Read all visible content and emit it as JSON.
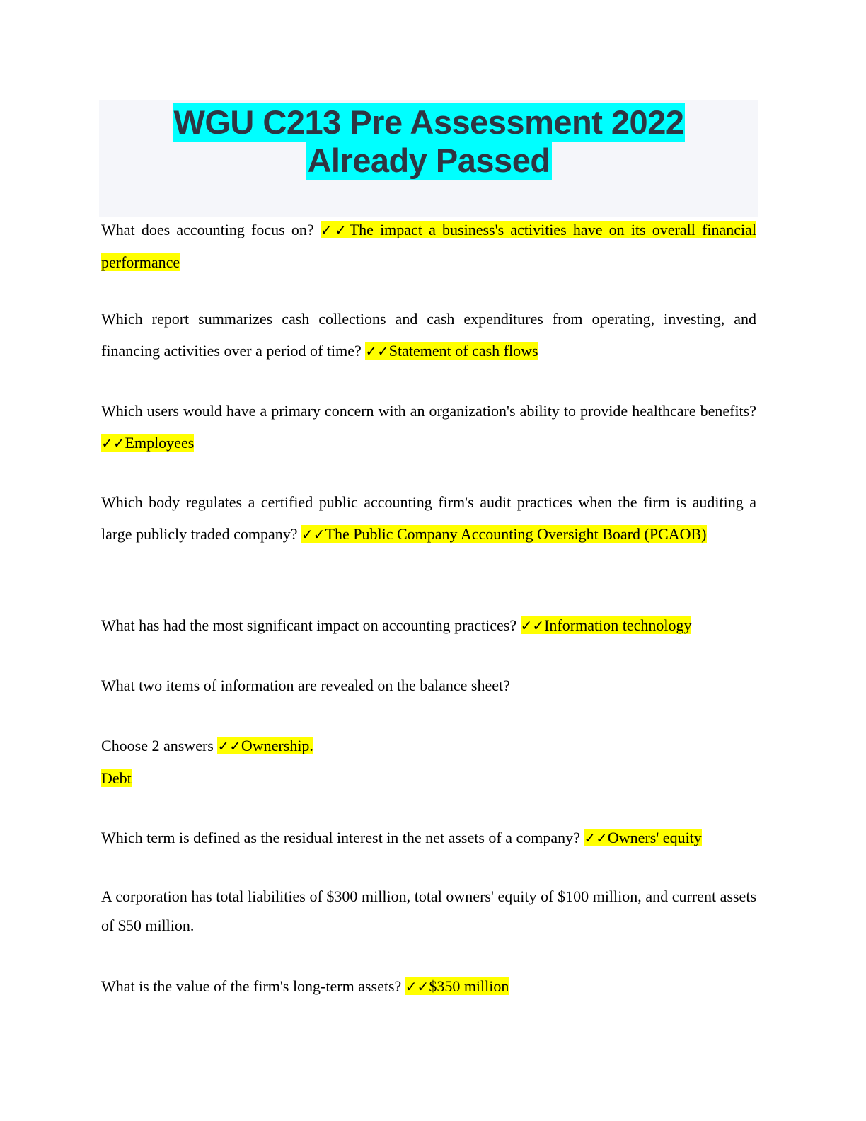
{
  "document": {
    "title_line1": "WGU C213 Pre Assessment 2022",
    "title_line2": "Already Passed",
    "check_icon": "✓✓",
    "colors": {
      "title_highlight": "#00ffff",
      "answer_highlight": "#ffff00",
      "title_text": "#2f3542",
      "title_background": "#f5f6fa"
    }
  },
  "qa": [
    {
      "question": " What does accounting focus on? ",
      "answer": "The impact a business's activities have on its overall financial performance"
    },
    {
      "question": "Which report summarizes cash collections and cash expenditures from operating, investing, and financing activities over a period of time? ",
      "answer": "Statement of cash flows"
    },
    {
      "question": "Which users would have a primary concern with an organization's ability to provide healthcare benefits? ",
      "answer": "Employees"
    },
    {
      "question": "Which body regulates a certified public accounting firm's audit practices when the firm is auditing a large publicly traded company? ",
      "answer": "The Public Company Accounting Oversight Board (PCAOB)"
    },
    {
      "question": "What has had the most significant impact on accounting practices? ",
      "answer": "Information technology"
    },
    {
      "question": "What two items of information are revealed on the balance sheet?"
    },
    {
      "question": "Choose 2 answers ",
      "answer": "Ownership.",
      "answer_line2": "Debt"
    },
    {
      "question": "Which term is defined as the residual interest in the net assets of a company? ",
      "answer": "Owners' equity"
    },
    {
      "question": "A corporation has total liabilities of $300 million, total owners' equity of $100 million, and current assets of $50 million."
    },
    {
      "question": "What is the value of the firm's long-term assets? ",
      "answer": "$350 million"
    }
  ]
}
